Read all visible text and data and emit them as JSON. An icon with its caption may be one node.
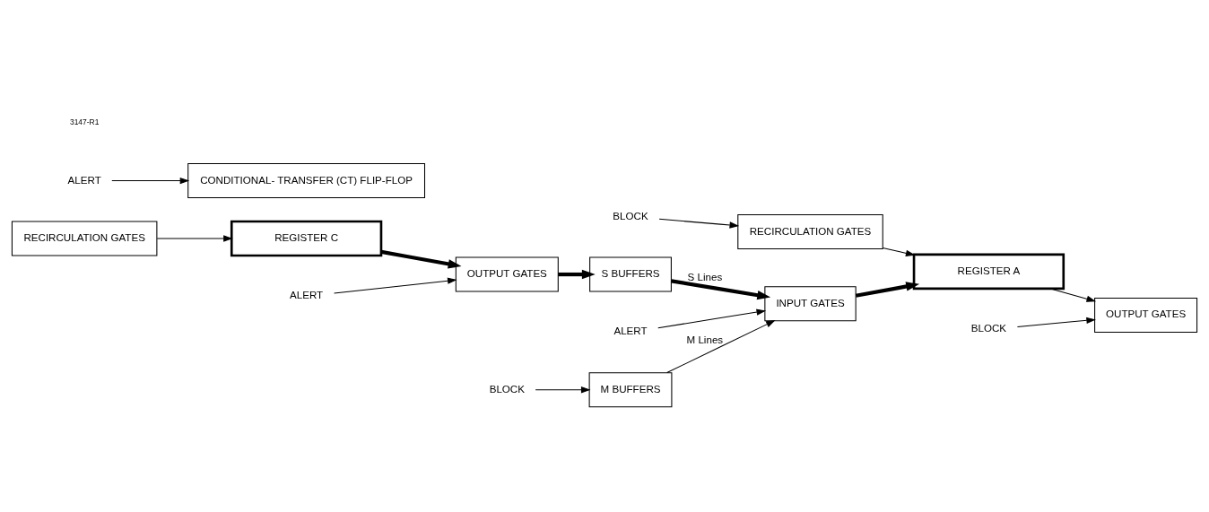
{
  "diagram": {
    "nodes": [
      {
        "text": [
          "RECIRCULATION GATES"
        ]
      },
      {
        "text": [
          "REGISTER C"
        ]
      },
      {
        "text": [
          "OUTPUT GATES"
        ]
      },
      {
        "text": [
          "ALERT"
        ]
      },
      {
        "text": [
          "S BUFFERS"
        ]
      },
      {
        "text": [
          "BLOCK"
        ]
      },
      {
        "text": [
          "M BUFFERS"
        ]
      },
      {
        "text": [
          "INPUT GATES"
        ]
      },
      {
        "text": [
          "ALERT"
        ]
      },
      {
        "text": [
          "BLOCK"
        ]
      },
      {
        "text": [
          "RECIRCULATION GATES"
        ]
      },
      {
        "text": [
          "REGISTER A"
        ]
      },
      {
        "text": [
          "OUTPUT GATES"
        ]
      },
      {
        "text": [
          "BLOCK"
        ]
      },
      {
        "text": [
          "ALERT"
        ]
      },
      {
        "text": [
          "CONDITIONAL- TRANSFER (CT) FLIP-FLOP"
        ]
      }
    ],
    "edges": [
      {
        "from": 0,
        "to": 1,
        "arrow": "to"
      },
      {
        "from": 1,
        "to": 2,
        "arrow": "to",
        "style": "thick"
      },
      {
        "from": 3,
        "to": 2,
        "arrow": "to"
      },
      {
        "from": 2,
        "to": 4,
        "arrow": "to",
        "style": "thick"
      },
      {
        "from": 5,
        "to": 6,
        "arrow": "to"
      },
      {
        "from": 6,
        "to": 7,
        "arrow": "to",
        "label": "M Lines"
      },
      {
        "from": 4,
        "to": 7,
        "arrow": "to",
        "style": "thick",
        "label": "S Lines"
      },
      {
        "from": 8,
        "to": 7,
        "arrow": "to"
      },
      {
        "from": 9,
        "to": 10,
        "arrow": "to"
      },
      {
        "from": 10,
        "to": 11,
        "arrow": "to"
      },
      {
        "from": 7,
        "to": 11,
        "arrow": "to",
        "style": "thick"
      },
      {
        "from": 11,
        "to": 12,
        "arrow": "to"
      },
      {
        "from": 13,
        "to": 12,
        "arrow": "to"
      },
      {
        "from": 14,
        "to": 15,
        "arrow": "to"
      }
    ],
    "labels": [
      "3147-R1"
    ]
  }
}
